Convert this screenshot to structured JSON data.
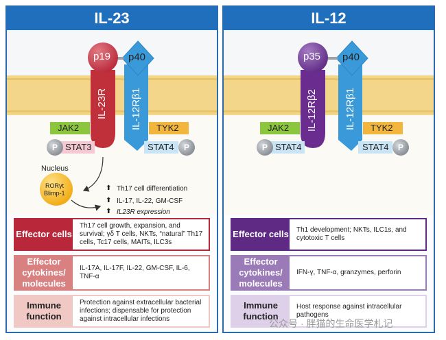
{
  "left": {
    "title": "IL-23",
    "subunit_a": "p19",
    "subunit_b": "p40",
    "receptor_a": "IL-23R",
    "receptor_b": "IL-12Rβ1",
    "jak": "JAK2",
    "tyk": "TYK2",
    "stat_a": "STAT3",
    "stat_b": "STAT4",
    "p_label": "P",
    "nucleus": "Nucleus",
    "tf_1": "RORγt",
    "tf_2": "Blimp-1",
    "outcome_1": "Th17 cell differentiation",
    "outcome_2": "IL-17, IL-22, GM-CSF",
    "outcome_3": "IL23R expression",
    "up_arrow": "⬆",
    "rows": [
      {
        "label": "Effector cells",
        "text": "Th17 cell growth, expansion, and survival; γδ T cells, NKTs, “natural” Th17 cells, Tc17 cells, MAITs, ILC3s"
      },
      {
        "label": "Effector cytokines/ molecules",
        "text": "IL-17A, IL-17F, IL-22, GM-CSF, IL-6, TNF-α"
      },
      {
        "label": "Immune function",
        "text": "Protection against extracellular bacterial infections; dispensable for protection against intracellular infections"
      }
    ],
    "colors": {
      "receptor_a": "#c0303a",
      "row1": "#b8283a",
      "row2": "#d98080",
      "row3": "#f0c8c4",
      "row3_text": "#222222"
    }
  },
  "right": {
    "title": "IL-12",
    "subunit_a": "p35",
    "subunit_b": "p40",
    "receptor_a": "IL-12Rβ2",
    "receptor_b": "IL-12Rβ1",
    "jak": "JAK2",
    "tyk": "TYK2",
    "stat_a": "STAT4",
    "stat_b": "STAT4",
    "p_label": "P",
    "rows": [
      {
        "label": "Effector cells",
        "text": "Th1 development; NKTs, ILC1s, and cytotoxic T cells"
      },
      {
        "label": "Effector cytokines/ molecules",
        "text": "IFN-γ, TNF-α, granzymes, perforin"
      },
      {
        "label": "Immune function",
        "text": "Host response against intracellular pathogens"
      }
    ],
    "colors": {
      "receptor_a": "#6a2d8f",
      "row1": "#5f2a84",
      "row2": "#9b7ab8",
      "row3": "#ddd0e8",
      "row3_text": "#222222"
    }
  },
  "watermark": "公众号 · 胖猫的生命医学札记",
  "colors": {
    "header": "#1f6fbd",
    "receptor_b": "#3a9ad9",
    "jak": "#8cc63e",
    "tyk": "#f2b63c",
    "stat_a_left": "#f4c9d3",
    "stat_b": "#c9e4f5",
    "p": "#9aa0a6",
    "membrane": "#f3d68a",
    "nucleus_tf": "#f5b418"
  }
}
